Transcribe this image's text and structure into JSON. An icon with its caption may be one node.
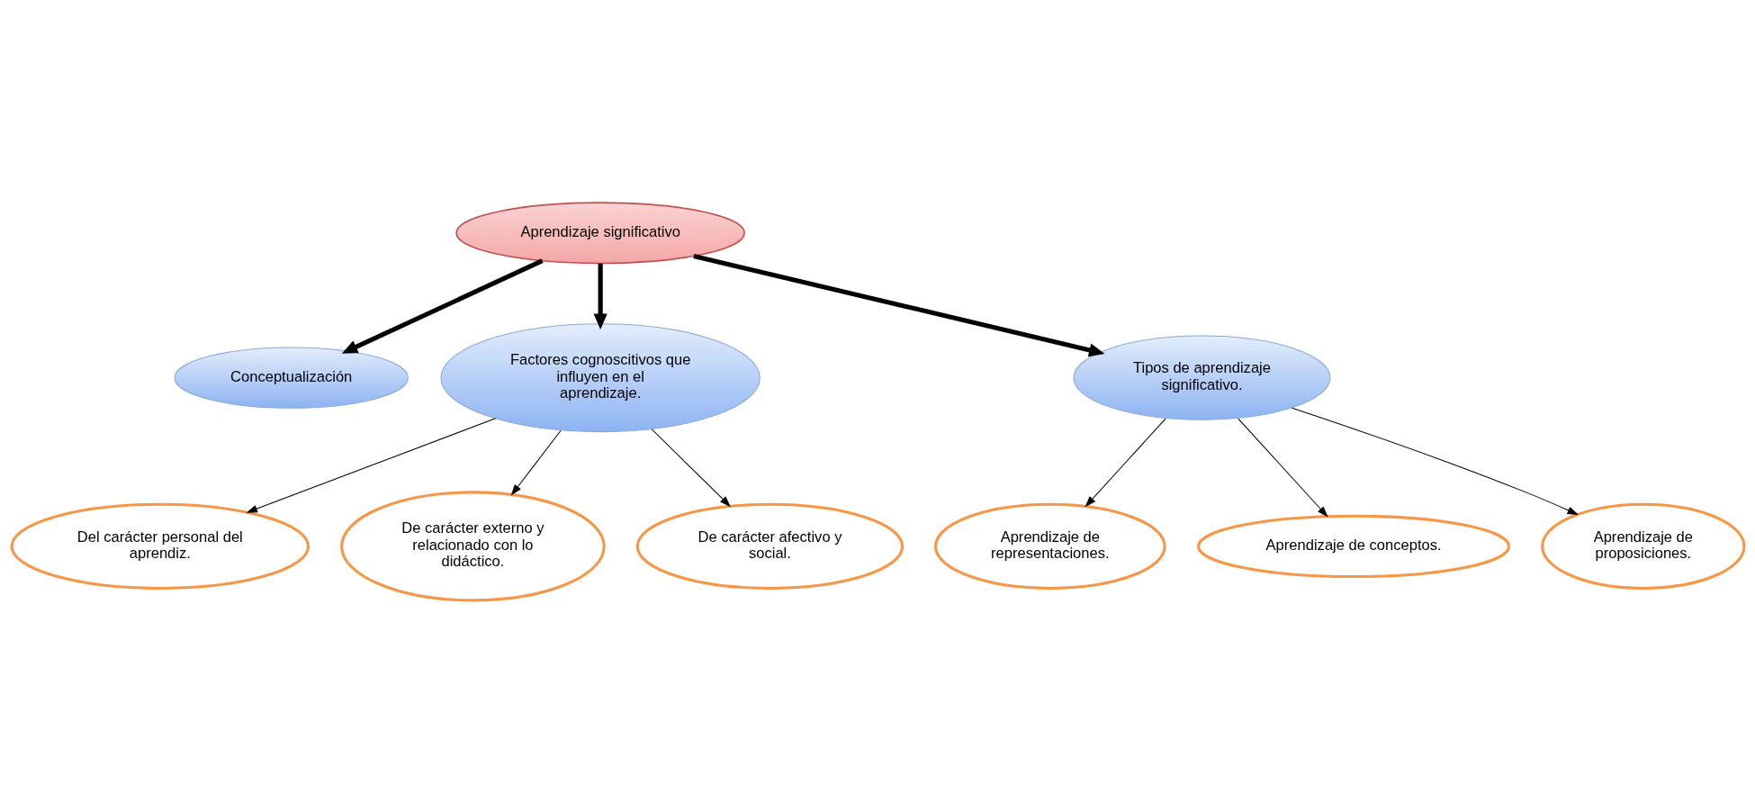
{
  "diagram": {
    "nodes": [
      {
        "text": [
          "Aprendizaje significativo"
        ]
      },
      {
        "text": [
          "Conceptualización"
        ]
      },
      {
        "text": [
          "Factores cognoscitivos que influyen en el aprendizaje."
        ]
      },
      {
        "text": [
          "Tipos de aprendizaje significativo."
        ]
      },
      {
        "text": [
          "Del carácter personal del aprendiz."
        ]
      },
      {
        "text": [
          "De carácter externo y relacionado con lo didáctico."
        ]
      },
      {
        "text": [
          "De carácter afectivo y social."
        ]
      },
      {
        "text": [
          "Aprendizaje de representaciones."
        ]
      },
      {
        "text": [
          "Aprendizaje de conceptos."
        ]
      },
      {
        "text": [
          "Aprendizaje de proposiciones."
        ]
      }
    ],
    "edges": [
      {
        "from": 0,
        "to": 2,
        "arrow": "to",
        "style": "thick"
      },
      {
        "from": 0,
        "to": 1,
        "arrow": "to",
        "style": "thick"
      },
      {
        "from": 0,
        "to": 3,
        "arrow": "to",
        "style": "thick"
      },
      {
        "from": 2,
        "to": 4,
        "arrow": "to"
      },
      {
        "from": 2,
        "to": 5,
        "arrow": "to"
      },
      {
        "from": 2,
        "to": 6,
        "arrow": "to"
      },
      {
        "from": 3,
        "to": 7,
        "arrow": "to"
      },
      {
        "from": 3,
        "to": 8,
        "arrow": "to"
      },
      {
        "from": 3,
        "to": 9,
        "arrow": "to"
      }
    ]
  }
}
